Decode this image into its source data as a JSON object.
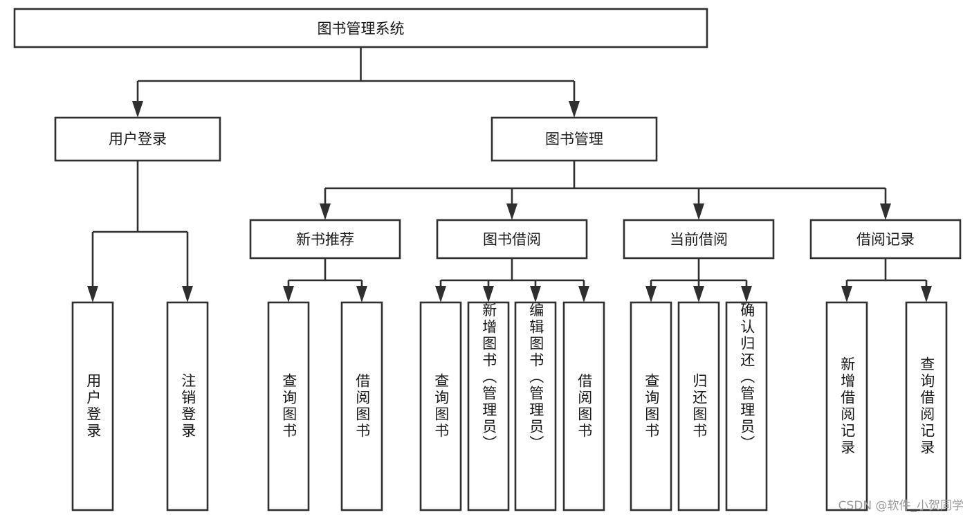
{
  "diagram": {
    "title": "图书管理系统",
    "type": "tree-hierarchy-diagram",
    "watermark": "CSDN @软件_小贺同学",
    "colors": {
      "stroke": "#2f2f2f",
      "fill": "#ffffff",
      "text": "#1a1a1a",
      "watermark": "#9a9a9a"
    },
    "root": {
      "label": "图书管理系统"
    },
    "level2": [
      {
        "label": "用户登录"
      },
      {
        "label": "图书管理"
      }
    ],
    "level3": [
      {
        "label": "新书推荐"
      },
      {
        "label": "图书借阅"
      },
      {
        "label": "当前借阅"
      },
      {
        "label": "借阅记录"
      }
    ],
    "leaves": {
      "user_login": [
        {
          "label": "用户登录"
        },
        {
          "label": "注销登录"
        }
      ],
      "new_book_recommend": [
        {
          "label": "查询图书"
        },
        {
          "label": "借阅图书"
        }
      ],
      "book_borrow": [
        {
          "label": "查询图书"
        },
        {
          "label": "新增图书（管理员）"
        },
        {
          "label": "编辑图书（管理员）"
        },
        {
          "label": "借阅图书"
        }
      ],
      "current_borrow": [
        {
          "label": "查询图书"
        },
        {
          "label": "归还图书"
        },
        {
          "label": "确认归还（管理员）"
        }
      ],
      "borrow_record": [
        {
          "label": "新增借阅记录"
        },
        {
          "label": "查询借阅记录"
        }
      ]
    }
  }
}
